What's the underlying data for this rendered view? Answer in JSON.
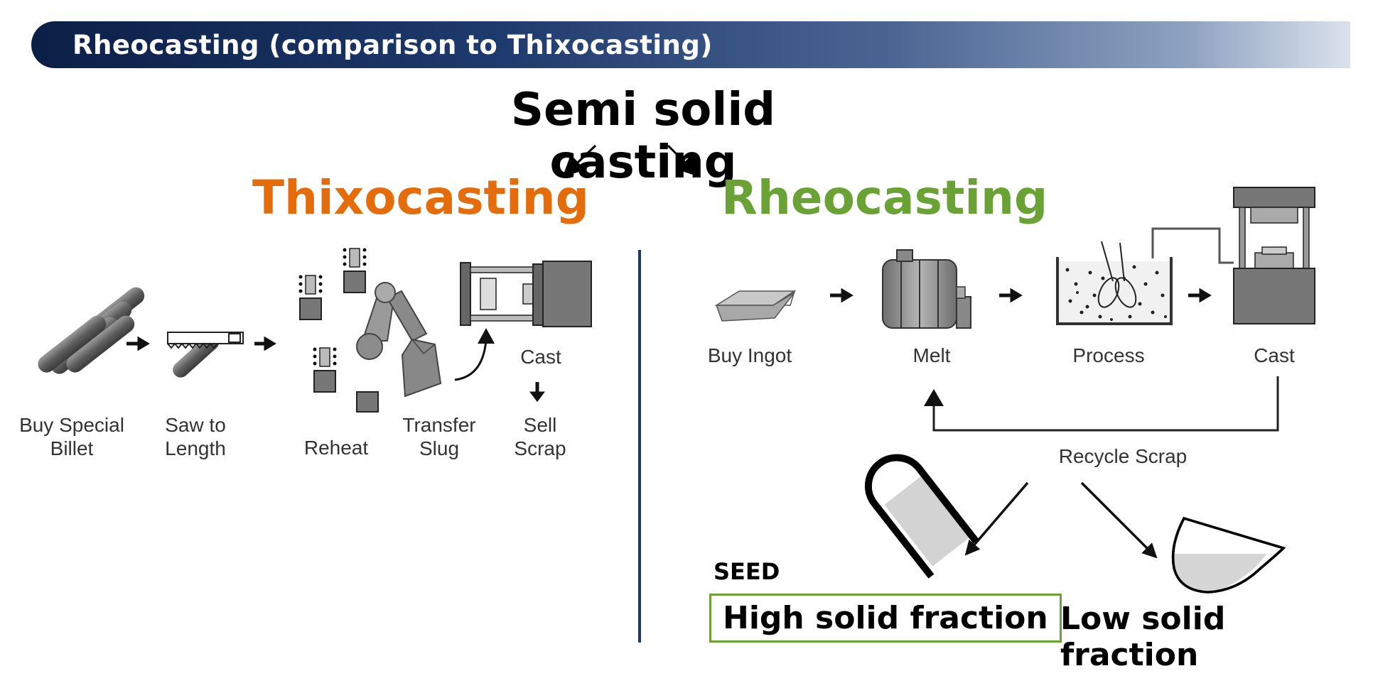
{
  "header": {
    "title": "Rheocasting (comparison to Thixocasting)"
  },
  "main_title": "Semi solid casting",
  "thixocasting": {
    "title": "Thixocasting",
    "color": "#e46c0a",
    "steps": {
      "buy_special_billet": "Buy Special\nBillet",
      "saw_to_length": "Saw to\nLength",
      "reheat": "Reheat",
      "transfer_slug": "Transfer\nSlug",
      "cast": "Cast",
      "sell_scrap": "Sell\nScrap"
    }
  },
  "rheocasting": {
    "title": "Rheocasting",
    "color": "#6aa235",
    "steps": {
      "buy_ingot": "Buy Ingot",
      "melt": "Melt",
      "process": "Process",
      "cast": "Cast",
      "recycle_scrap": "Recycle Scrap"
    },
    "seed_label": "SEED",
    "high_solid": "High solid fraction",
    "low_solid": "Low solid fraction"
  },
  "colors": {
    "divider": "#1f3864",
    "accent_box": "#6aa235"
  }
}
